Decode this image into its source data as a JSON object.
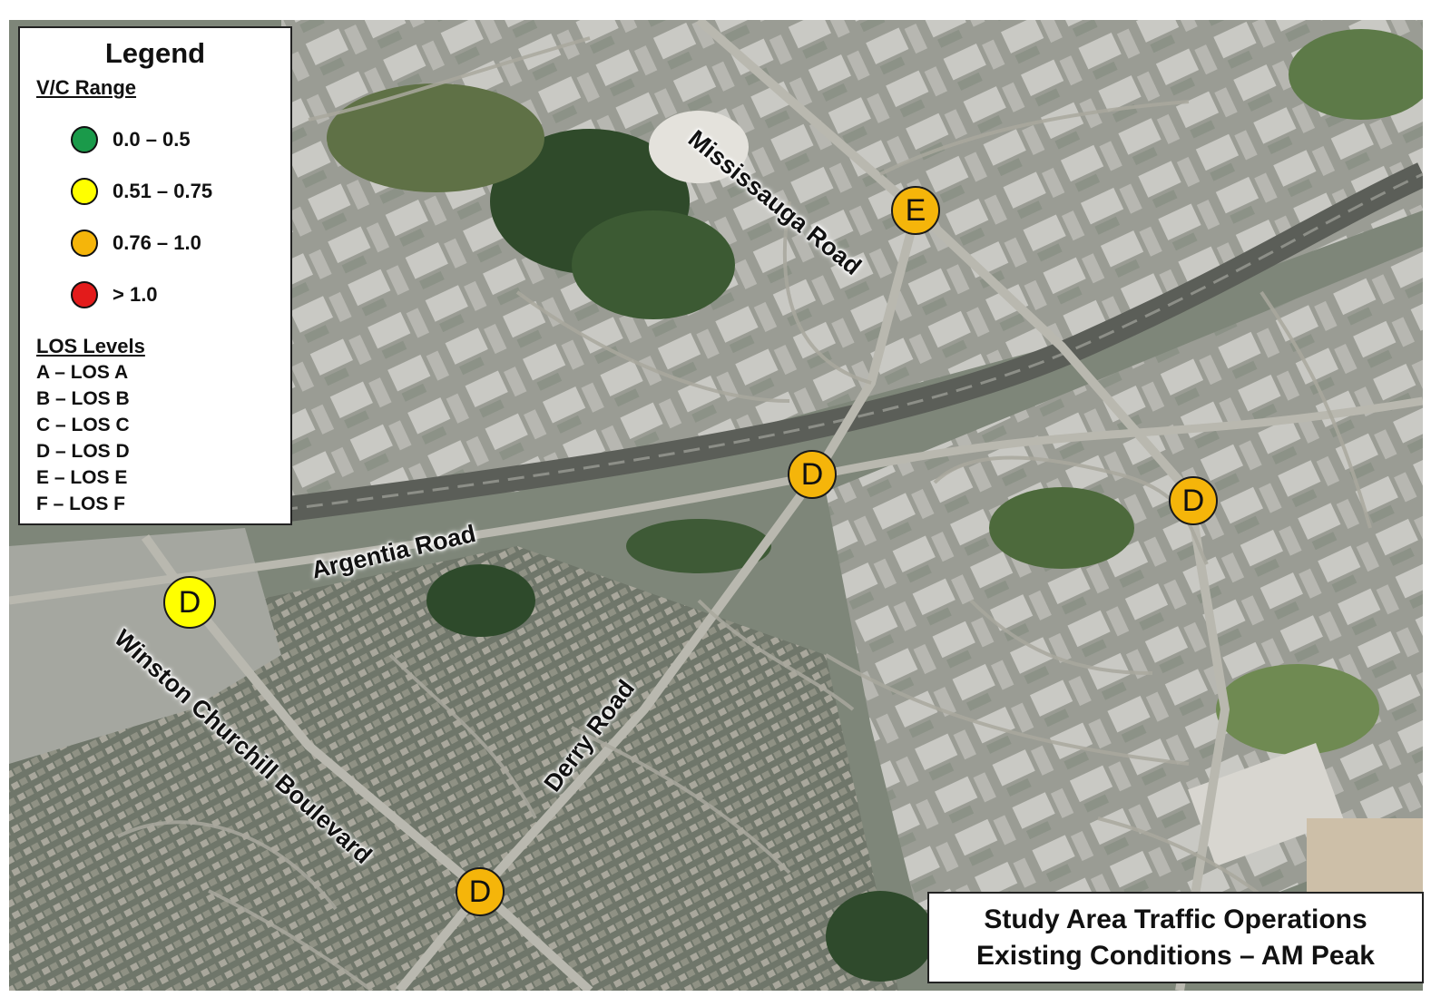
{
  "legend": {
    "title": "Legend",
    "vc_heading": "V/C Range",
    "vc_ranges": [
      {
        "label": "0.0 – 0.5",
        "color": "#1a9a4a"
      },
      {
        "label": "0.51 – 0.75",
        "color": "#ffff00"
      },
      {
        "label": "0.76 – 1.0",
        "color": "#f5b50a"
      },
      {
        "label": "> 1.0",
        "color": "#e31b1b"
      }
    ],
    "los_heading": "LOS Levels",
    "los_levels": [
      "A – LOS A",
      "B – LOS B",
      "C – LOS C",
      "D – LOS D",
      "E – LOS E",
      "F – LOS F"
    ]
  },
  "roads": {
    "mississauga": "Mississauga Road",
    "argentia": "Argentia Road",
    "winston": "Winston Churchill Boulevard",
    "derry": "Derry Road"
  },
  "intersections": [
    {
      "los": "E",
      "color": "#f5b50a"
    },
    {
      "los": "D",
      "color": "#f5b50a"
    },
    {
      "los": "D",
      "color": "#f5b50a"
    },
    {
      "los": "D",
      "color": "#ffff00"
    },
    {
      "los": "D",
      "color": "#f5b50a"
    }
  ],
  "title": {
    "line1": "Study Area  Traffic Operations",
    "line2": "Existing Conditions – AM Peak"
  }
}
